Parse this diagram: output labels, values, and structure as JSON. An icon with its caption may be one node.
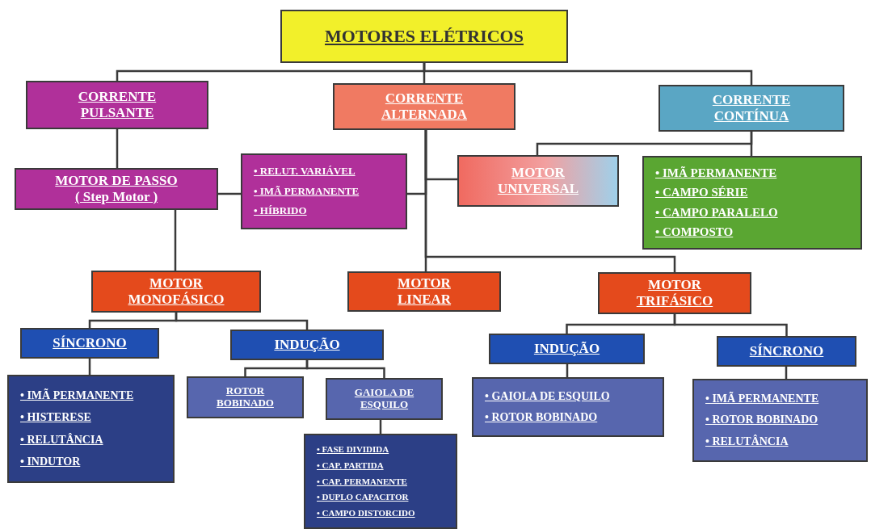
{
  "diagram": {
    "nodes": [
      {
        "text": [
          "MOTORES ELÉTRICOS"
        ]
      },
      {
        "text": [
          "CORRENTE PULSANTE"
        ]
      },
      {
        "text": [
          "CORRENTE ALTERNADA"
        ]
      },
      {
        "text": [
          "CORRENTE CONTÍNUA"
        ]
      },
      {
        "text": [
          "MOTOR DE PASSO",
          "( Step Motor )"
        ]
      },
      {
        "text": [
          "• RELUT. VARIÁVEL",
          "• IMÃ PERMANENTE",
          "• HÍBRIDO"
        ]
      },
      {
        "text": [
          "MOTOR UNIVERSAL"
        ]
      },
      {
        "text": [
          "• IMÃ PERMANENTE",
          "• CAMPO SÉRIE",
          "• CAMPO PARALELO",
          "• COMPOSTO"
        ]
      },
      {
        "text": [
          "MOTOR MONOFÁSICO"
        ]
      },
      {
        "text": [
          "MOTOR LINEAR"
        ]
      },
      {
        "text": [
          "MOTOR TRIFÁSICO"
        ]
      },
      {
        "text": [
          "SÍNCRONO"
        ]
      },
      {
        "text": [
          "INDUÇÃO"
        ]
      },
      {
        "text": [
          "• IMÃ PERMANENTE",
          "• HISTERESE",
          "• RELUTÂNCIA",
          "• INDUTOR"
        ]
      },
      {
        "text": [
          "ROTOR BOBINADO"
        ]
      },
      {
        "text": [
          "GAIOLA DE ESQUILO"
        ]
      },
      {
        "text": [
          "• FASE DIVIDIDA",
          "• CAP. PARTIDA",
          "• CAP. PERMANENTE",
          "• DUPLO CAPACITOR",
          "• CAMPO DISTORCIDO"
        ]
      },
      {
        "text": [
          "INDUÇÃO"
        ]
      },
      {
        "text": [
          "SÍNCRONO"
        ]
      },
      {
        "text": [
          "• GAIOLA DE ESQUILO",
          "• ROTOR BOBINADO"
        ]
      },
      {
        "text": [
          "• IMÃ PERMANENTE",
          "• ROTOR BOBINADO",
          "• RELUTÂNCIA"
        ]
      }
    ],
    "edges": [
      {
        "from": 0,
        "to": 1,
        "arrow": "none"
      },
      {
        "from": 0,
        "to": 2,
        "arrow": "none"
      },
      {
        "from": 0,
        "to": 3,
        "arrow": "none"
      },
      {
        "from": 1,
        "to": 4,
        "arrow": "none"
      },
      {
        "from": 4,
        "to": 5,
        "arrow": "none"
      },
      {
        "from": 2,
        "to": 5,
        "arrow": "none"
      },
      {
        "from": 2,
        "to": 6,
        "arrow": "none"
      },
      {
        "from": 3,
        "to": 6,
        "arrow": "none"
      },
      {
        "from": 3,
        "to": 7,
        "arrow": "none"
      },
      {
        "from": 4,
        "to": 8,
        "arrow": "none"
      },
      {
        "from": 2,
        "to": 9,
        "arrow": "none"
      },
      {
        "from": 2,
        "to": 10,
        "arrow": "none"
      },
      {
        "from": 8,
        "to": 11,
        "arrow": "none"
      },
      {
        "from": 8,
        "to": 12,
        "arrow": "none"
      },
      {
        "from": 11,
        "to": 13,
        "arrow": "none"
      },
      {
        "from": 12,
        "to": 14,
        "arrow": "none"
      },
      {
        "from": 12,
        "to": 15,
        "arrow": "none"
      },
      {
        "from": 15,
        "to": 16,
        "arrow": "none"
      },
      {
        "from": 10,
        "to": 17,
        "arrow": "none"
      },
      {
        "from": 10,
        "to": 18,
        "arrow": "none"
      },
      {
        "from": 17,
        "to": 19,
        "arrow": "none"
      },
      {
        "from": 18,
        "to": 20,
        "arrow": "none"
      }
    ]
  }
}
